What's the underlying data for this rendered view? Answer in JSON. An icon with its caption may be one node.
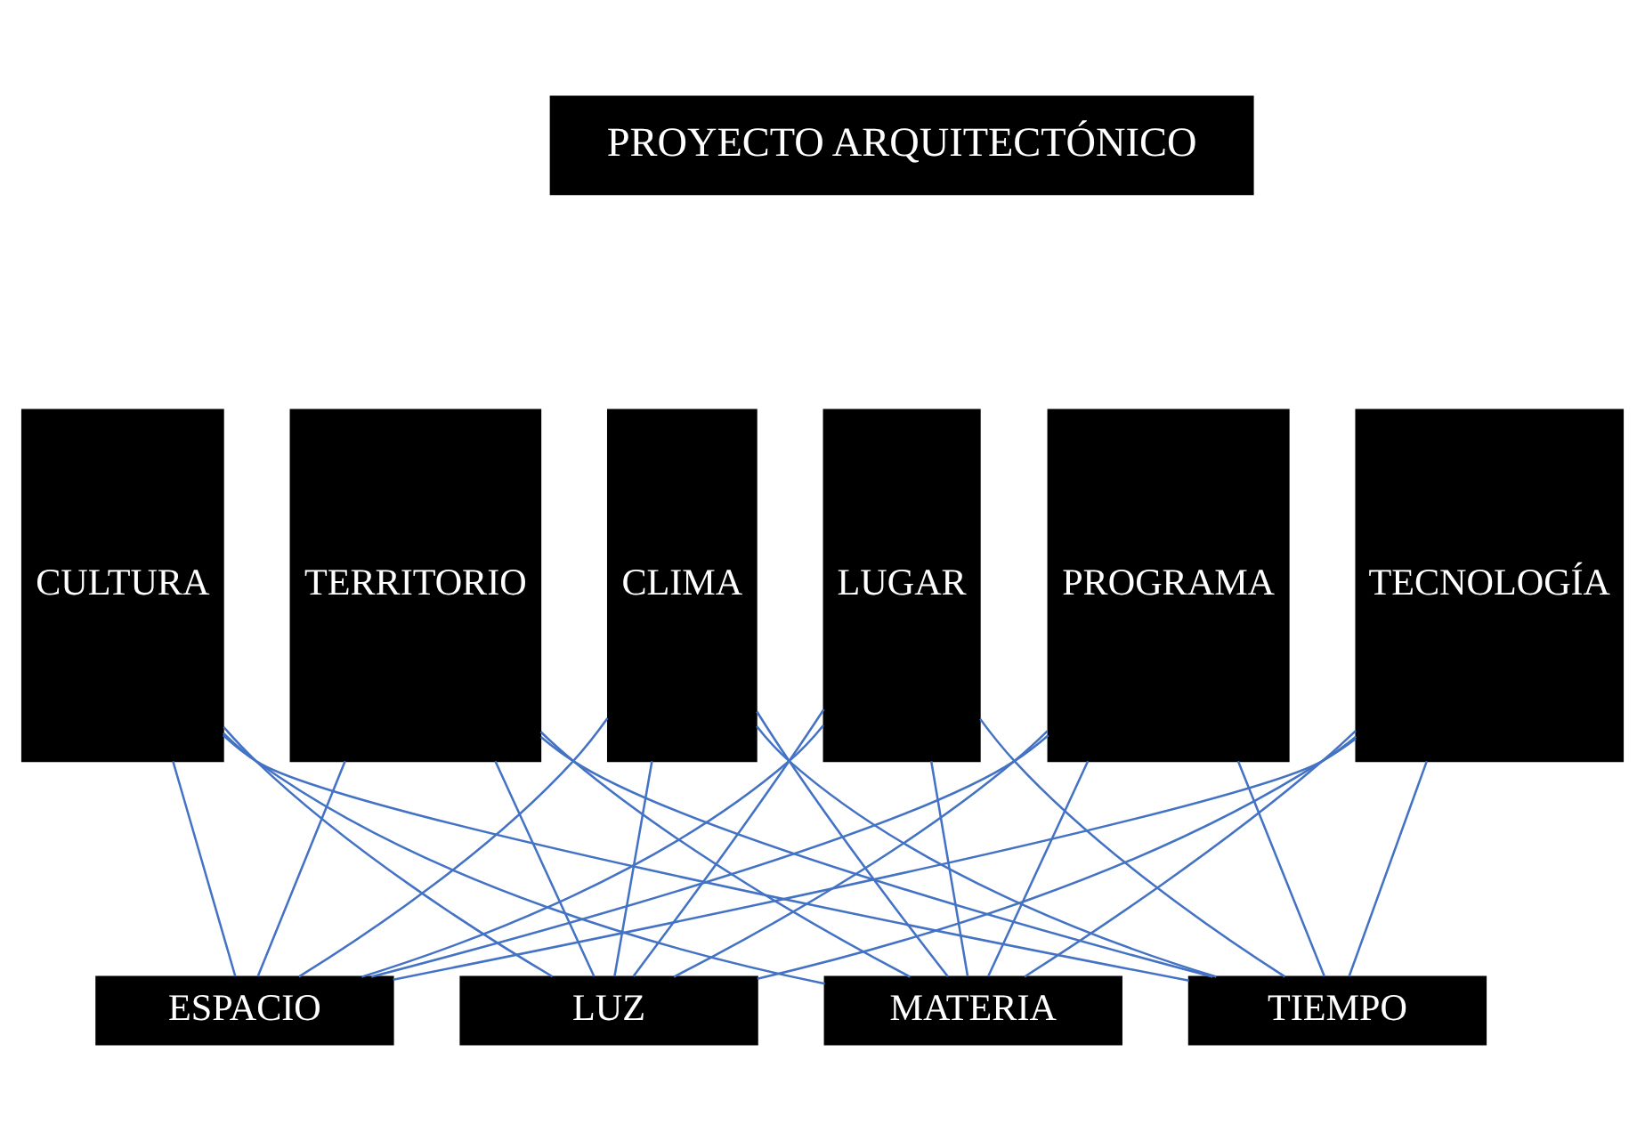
{
  "diagram": {
    "nodes": [
      {
        "text": [
          "PROYECTO ARQUITECTÓNICO"
        ]
      },
      {
        "text": [
          "CULTURA"
        ]
      },
      {
        "text": [
          "TERRITORIO"
        ]
      },
      {
        "text": [
          "CLIMA"
        ]
      },
      {
        "text": [
          "LUGAR"
        ]
      },
      {
        "text": [
          "PROGRAMA"
        ]
      },
      {
        "text": [
          "TECNOLOGÍA"
        ]
      },
      {
        "text": [
          "ESPACIO"
        ]
      },
      {
        "text": [
          "LUZ"
        ]
      },
      {
        "text": [
          "MATERIA"
        ]
      },
      {
        "text": [
          "TIEMPO"
        ]
      }
    ],
    "edges": [
      {
        "from": 1,
        "to": 7,
        "arrow": "none"
      },
      {
        "from": 1,
        "to": 8,
        "arrow": "none"
      },
      {
        "from": 1,
        "to": 9,
        "arrow": "none"
      },
      {
        "from": 1,
        "to": 10,
        "arrow": "none"
      },
      {
        "from": 2,
        "to": 7,
        "arrow": "none"
      },
      {
        "from": 2,
        "to": 8,
        "arrow": "none"
      },
      {
        "from": 2,
        "to": 9,
        "arrow": "none"
      },
      {
        "from": 2,
        "to": 10,
        "arrow": "none"
      },
      {
        "from": 3,
        "to": 7,
        "arrow": "none"
      },
      {
        "from": 3,
        "to": 8,
        "arrow": "none"
      },
      {
        "from": 3,
        "to": 9,
        "arrow": "none"
      },
      {
        "from": 3,
        "to": 10,
        "arrow": "none"
      },
      {
        "from": 4,
        "to": 7,
        "arrow": "none"
      },
      {
        "from": 4,
        "to": 8,
        "arrow": "none"
      },
      {
        "from": 4,
        "to": 9,
        "arrow": "none"
      },
      {
        "from": 4,
        "to": 10,
        "arrow": "none"
      },
      {
        "from": 5,
        "to": 7,
        "arrow": "none"
      },
      {
        "from": 5,
        "to": 8,
        "arrow": "none"
      },
      {
        "from": 5,
        "to": 9,
        "arrow": "none"
      },
      {
        "from": 5,
        "to": 10,
        "arrow": "none"
      },
      {
        "from": 6,
        "to": 7,
        "arrow": "none"
      },
      {
        "from": 6,
        "to": 8,
        "arrow": "none"
      },
      {
        "from": 6,
        "to": 9,
        "arrow": "none"
      },
      {
        "from": 6,
        "to": 10,
        "arrow": "none"
      }
    ]
  }
}
